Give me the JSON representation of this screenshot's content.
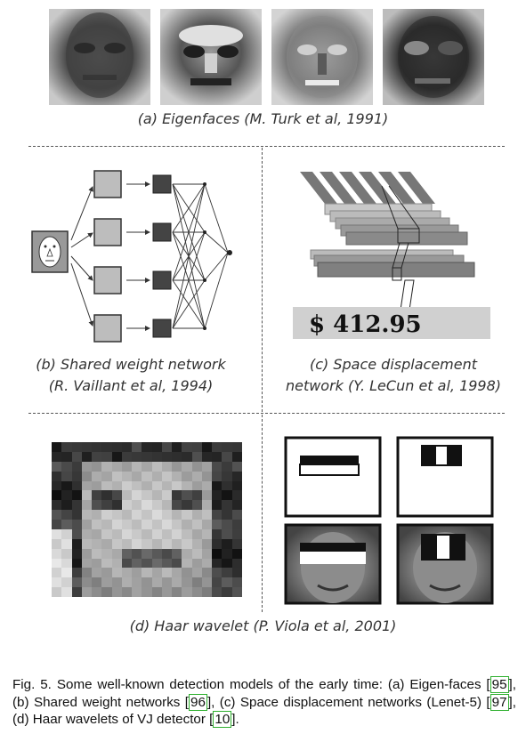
{
  "captions": {
    "a": "(a) Eigenfaces  (M. Turk et al, 1991)",
    "b_line1": "(b) Shared weight network",
    "b_line2": "(R. Vaillant et al, 1994)",
    "c_line1": "(c) Space displacement",
    "c_line2": "network (Y. LeCun et al, 1998)",
    "d": "(d) Haar wavelet  (P. Viola et al, 2001)"
  },
  "lenet_digits": "$ 412.95",
  "figure_caption": {
    "prefix": "Fig. 5.",
    "text1": "Some well-known detection models of the early time: (a) Eigen-faces [",
    "ref1": "95",
    "text2": "], (b) Shared weight networks [",
    "ref2": "96",
    "text3": "], (c) Space displacement networks (Lenet-5) [",
    "ref3": "97",
    "text4": "], (d) Haar wavelets of VJ detector [",
    "ref4": "10",
    "text5": "]."
  },
  "colors": {
    "ref_box": "#2fb02f",
    "dash": "#555555"
  }
}
